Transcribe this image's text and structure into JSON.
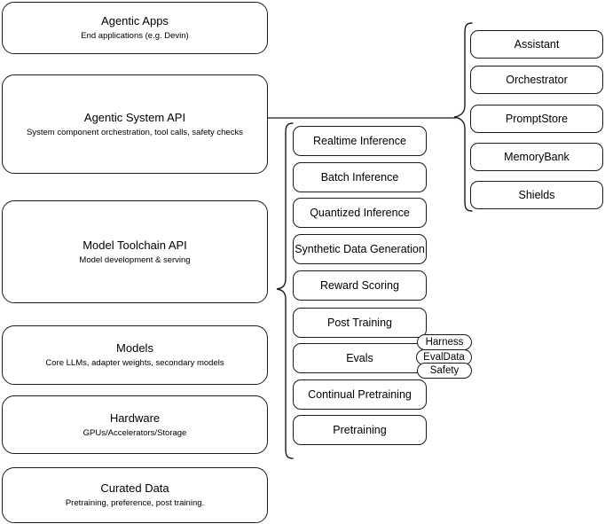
{
  "diagram": {
    "title": "Agentic stack layered architecture diagram",
    "stroke_color": "#1a1a1a",
    "background_color": "#ffffff"
  },
  "stack_layers": [
    {
      "name": "agentic-apps",
      "title": "Agentic Apps",
      "subtitle": "End applications (e.g. Devin)"
    },
    {
      "name": "agentic-system-api",
      "title": "Agentic System API",
      "subtitle": "System component orchestration, tool calls, safety checks"
    },
    {
      "name": "model-toolchain-api",
      "title": "Model Toolchain API",
      "subtitle": "Model development & serving"
    },
    {
      "name": "models",
      "title": "Models",
      "subtitle": "Core LLMs, adapter weights, secondary models"
    },
    {
      "name": "hardware",
      "title": "Hardware",
      "subtitle": "GPUs/Accelerators/Storage"
    },
    {
      "name": "curated-data",
      "title": "Curated Data",
      "subtitle": "Pretraining, preference, post training."
    }
  ],
  "toolchain_capabilities": [
    {
      "name": "realtime-inference",
      "label": "Realtime Inference"
    },
    {
      "name": "batch-inference",
      "label": "Batch Inference"
    },
    {
      "name": "quantized-inference",
      "label": "Quantized Inference"
    },
    {
      "name": "synthetic-data-generation",
      "label": "Synthetic Data Generation"
    },
    {
      "name": "reward-scoring",
      "label": "Reward Scoring"
    },
    {
      "name": "post-training",
      "label": "Post Training"
    },
    {
      "name": "evals",
      "label": "Evals"
    },
    {
      "name": "continual-pretraining",
      "label": "Continual Pretraining"
    },
    {
      "name": "pretraining",
      "label": "Pretraining"
    }
  ],
  "evals_subcomponents": [
    {
      "name": "harness",
      "label": "Harness"
    },
    {
      "name": "evaldata",
      "label": "EvalData"
    },
    {
      "name": "safety",
      "label": "Safety"
    }
  ],
  "system_components": [
    {
      "name": "assistant",
      "label": "Assistant"
    },
    {
      "name": "orchestrator",
      "label": "Orchestrator"
    },
    {
      "name": "promptstore",
      "label": "PromptStore"
    },
    {
      "name": "memorybank",
      "label": "MemoryBank"
    },
    {
      "name": "shields",
      "label": "Shields"
    }
  ]
}
